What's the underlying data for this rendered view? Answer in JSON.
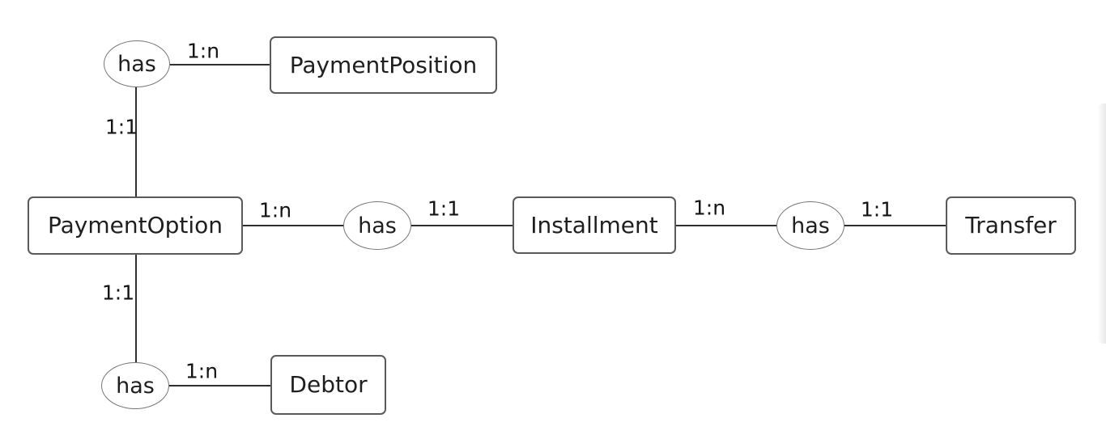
{
  "diagram": {
    "type": "entity-relationship",
    "entities": [
      {
        "label": "PaymentPosition"
      },
      {
        "label": "PaymentOption"
      },
      {
        "label": "Installment"
      },
      {
        "label": "Transfer"
      },
      {
        "label": "Debtor"
      }
    ],
    "relationships": [
      {
        "name": "has",
        "between": [
          "PaymentOption",
          "PaymentPosition"
        ],
        "cardinalities": [
          "1:1",
          "1:n"
        ]
      },
      {
        "name": "has",
        "between": [
          "PaymentOption",
          "Installment"
        ],
        "cardinalities": [
          "1:n",
          "1:1"
        ]
      },
      {
        "name": "has",
        "between": [
          "Installment",
          "Transfer"
        ],
        "cardinalities": [
          "1:n",
          "1:1"
        ]
      },
      {
        "name": "has",
        "between": [
          "PaymentOption",
          "Debtor"
        ],
        "cardinalities": [
          "1:1",
          "1:n"
        ]
      }
    ],
    "colors": {
      "background": "#ffffff",
      "connector": "#2f2f2f",
      "entity_border": "#5a5a5a",
      "relation_border": "#757575",
      "text": "#1f1f1f"
    }
  }
}
